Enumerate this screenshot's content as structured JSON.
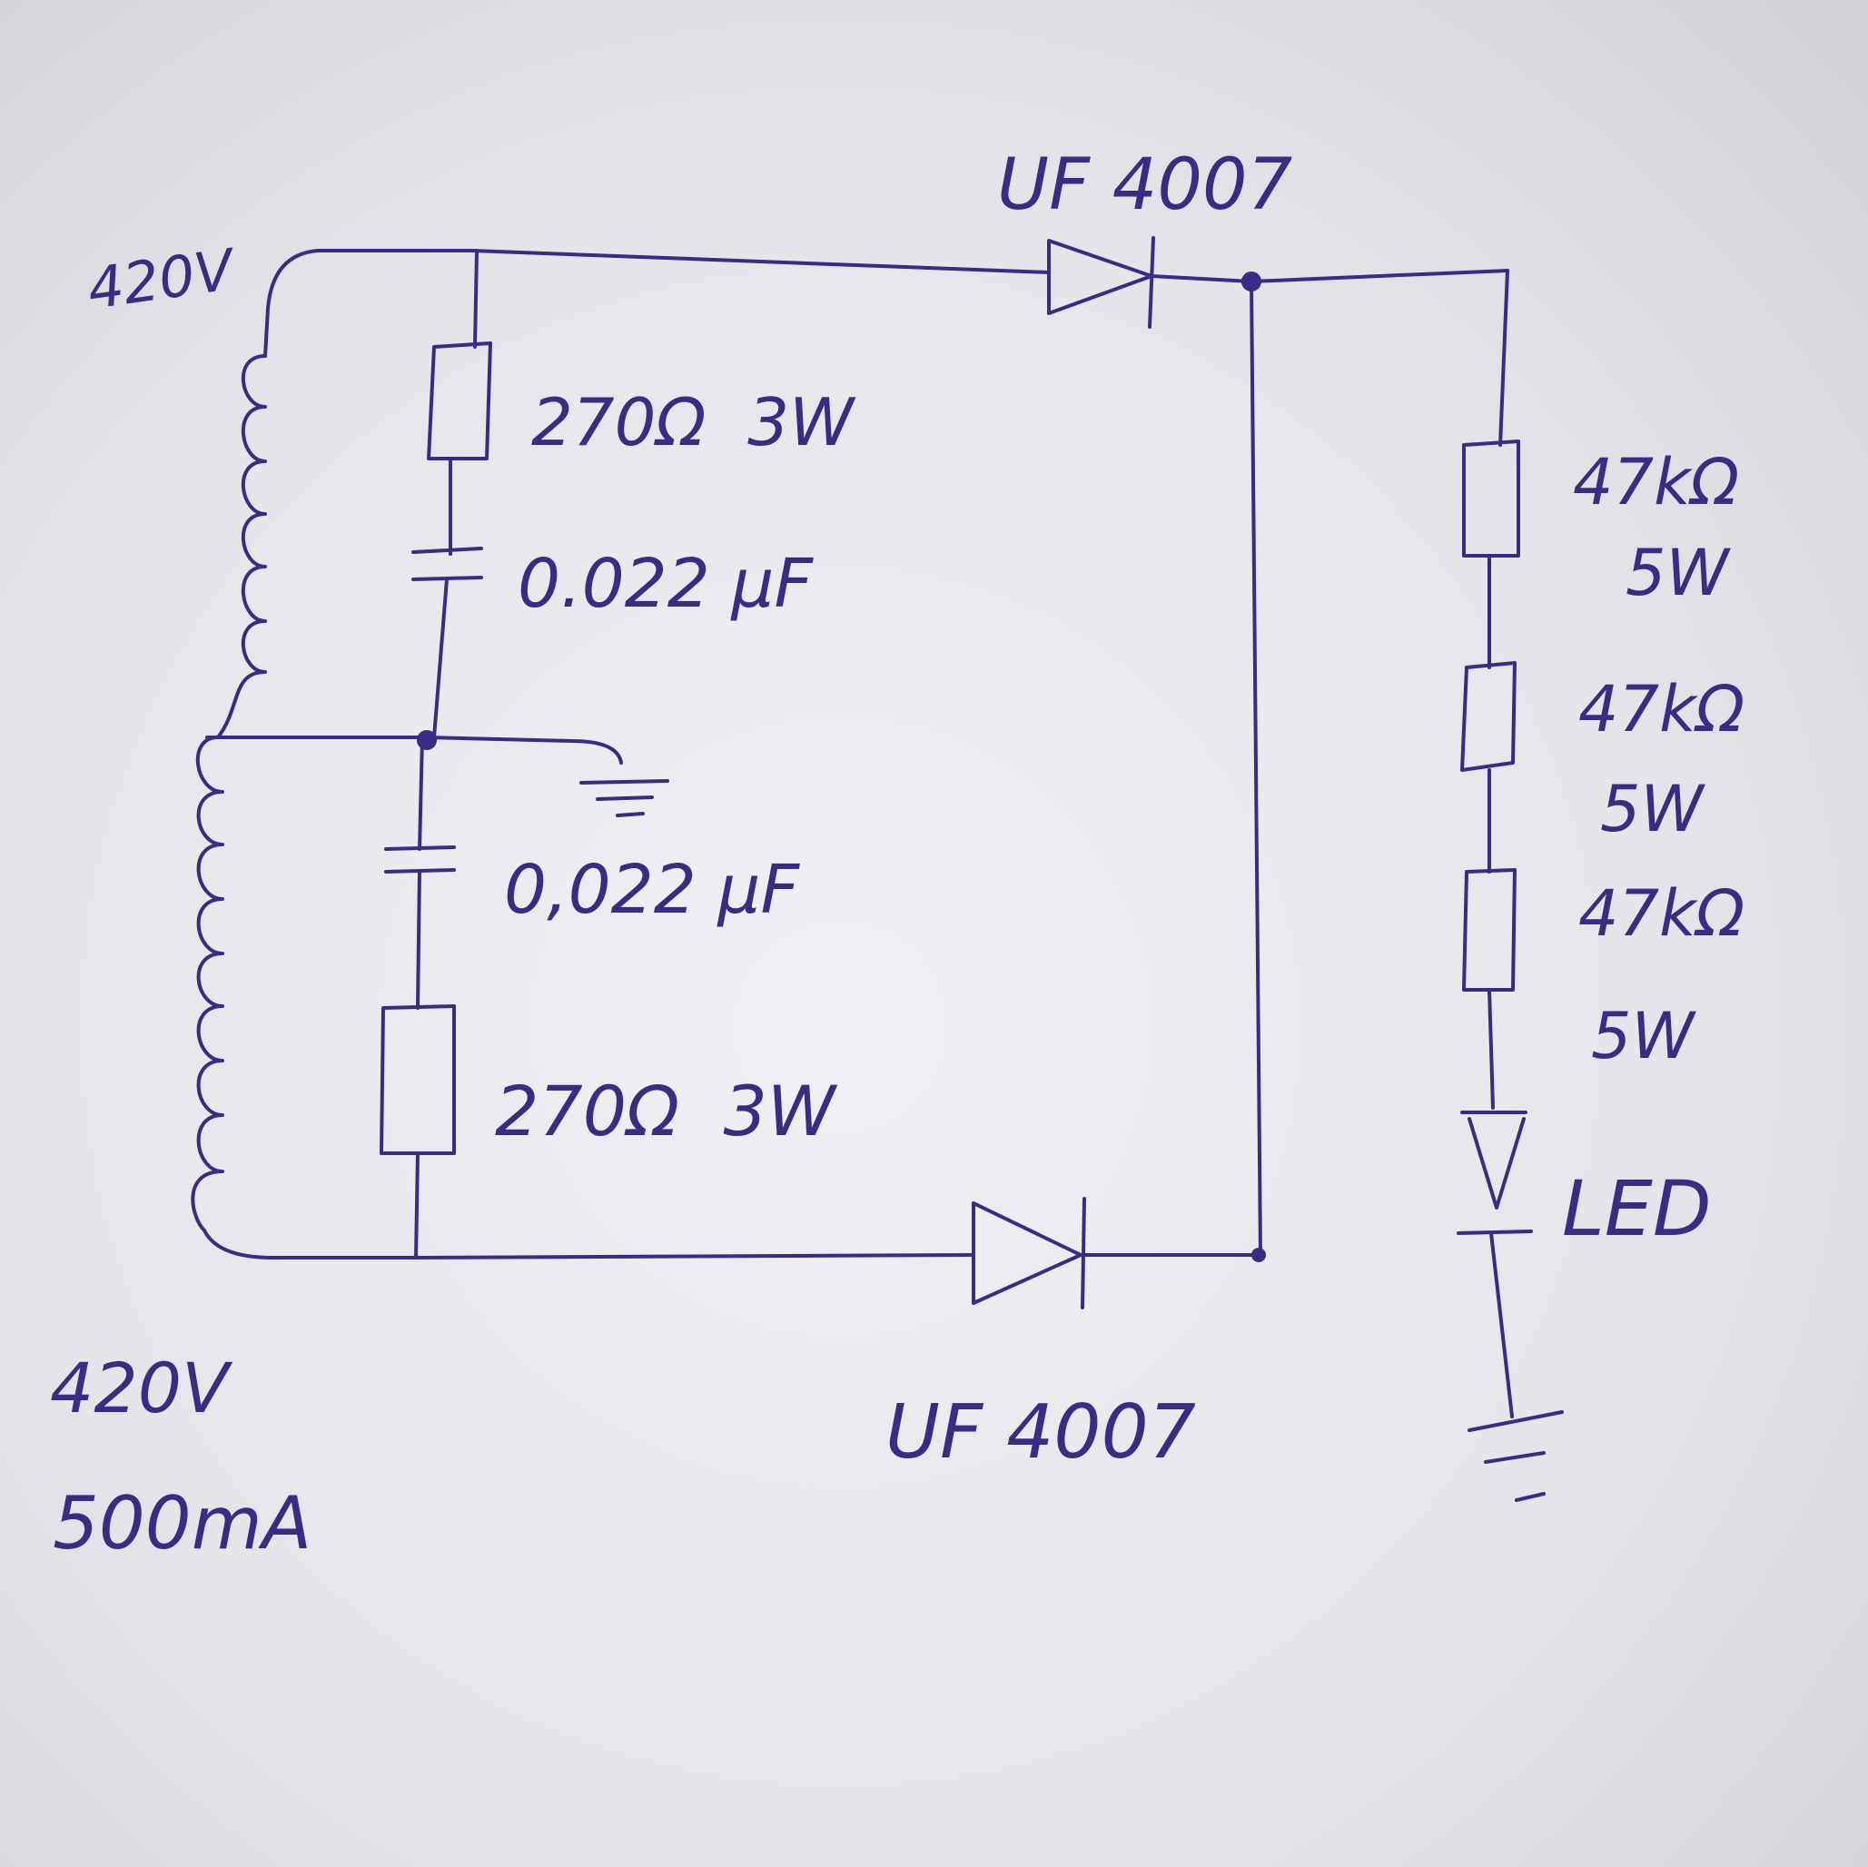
{
  "colors": {
    "ink": "#3b2a86",
    "paper": "#ebeaee"
  },
  "labels": {
    "top_voltage": "420V",
    "bottom_voltage": "420V",
    "bottom_current": "500mA",
    "diode_top": "UF 4007",
    "diode_bottom": "UF 4007",
    "resistor_top": "270Ω  3W",
    "resistor_bottom": "270Ω  3W",
    "capacitor_top": "0.022 μF",
    "capacitor_bottom": "0,022 μF",
    "load_resistor_1_value": "47kΩ",
    "load_resistor_1_power": "5W",
    "load_resistor_2_value": "47kΩ",
    "load_resistor_2_power": "5W",
    "load_resistor_3_value": "47kΩ",
    "load_resistor_3_power": "5W",
    "led": "LED"
  }
}
